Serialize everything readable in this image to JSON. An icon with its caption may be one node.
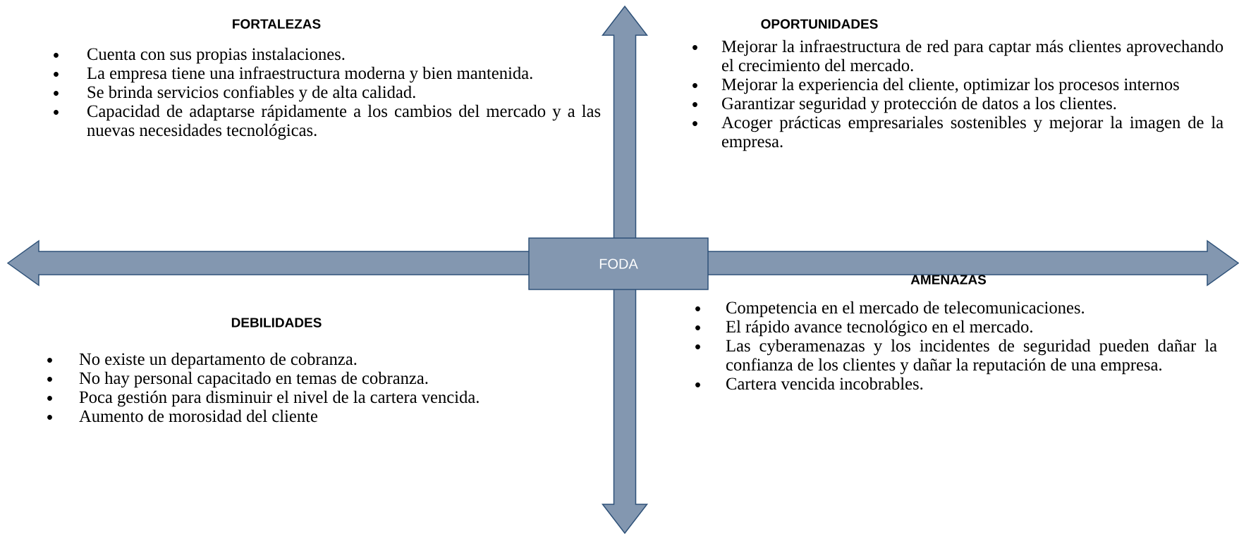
{
  "diagram": {
    "nodes": [
      {
        "text": [
          "FODA"
        ]
      }
    ],
    "labels": [
      "FORTALEZAS",
      "Cuenta con sus propias instalaciones.",
      "La empresa tiene una infraestructura moderna y bien mantenida.",
      "Se brinda servicios confiables y de alta calidad.",
      "Capacidad de adaptarse rápidamente a los cambios del mercado y a las nuevas necesidades tecnológicas.",
      "OPORTUNIDADES",
      "Mejorar la infraestructura de red para captar más clientes aprovechando el crecimiento del mercado.",
      "Mejorar la experiencia del cliente, optimizar los procesos internos",
      "Garantizar seguridad y protección de datos a los clientes.",
      "Acoger prácticas empresariales sostenibles y mejorar la imagen de la empresa.",
      "DEBILIDADES",
      "No existe un departamento de cobranza.",
      "No hay personal capacitado en temas de cobranza.",
      "Poca gestión para disminuir el nivel de la cartera vencida.",
      "Aumento de morosidad del cliente",
      "AMENAZAS",
      "Competencia en el mercado de telecomunicaciones.",
      "El rápido avance tecnológico en el mercado.",
      "Las cyberamenazas y los incidentes de seguridad pueden dañar la confianza de los clientes y dañar la reputación de una empresa.",
      "Cartera vencida incobrables."
    ]
  }
}
